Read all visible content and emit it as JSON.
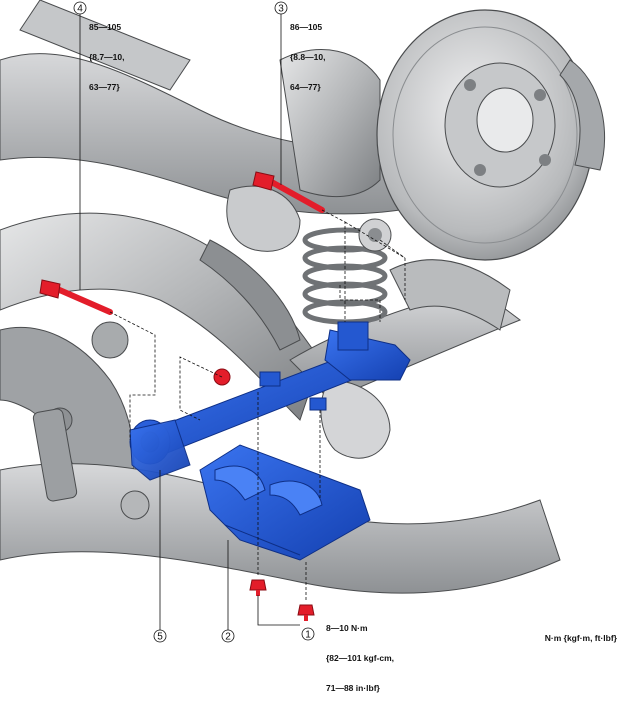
{
  "callouts": [
    {
      "id": "1",
      "label": "1"
    },
    {
      "id": "2",
      "label": "2"
    },
    {
      "id": "3",
      "label": "3"
    },
    {
      "id": "4",
      "label": "4"
    },
    {
      "id": "5",
      "label": "5"
    }
  ],
  "torque_specs": {
    "spec_4": [
      "85—105",
      "{8.7—10,",
      "63—77}"
    ],
    "spec_3": [
      "86—105",
      "{8.8—10,",
      "64—77}"
    ],
    "spec_1": [
      "8—10 N·m",
      "{82—101 kgf-cm,",
      "71—88 in·lbf}"
    ]
  },
  "units_note": "N·m {kgf·m, ft·lbf}",
  "colors": {
    "part_blue": "#1f56d6",
    "bolt_red": "#e31d2a",
    "metal_light": "#d9dadb",
    "metal_mid": "#a9abad",
    "metal_dark": "#6d7072"
  }
}
